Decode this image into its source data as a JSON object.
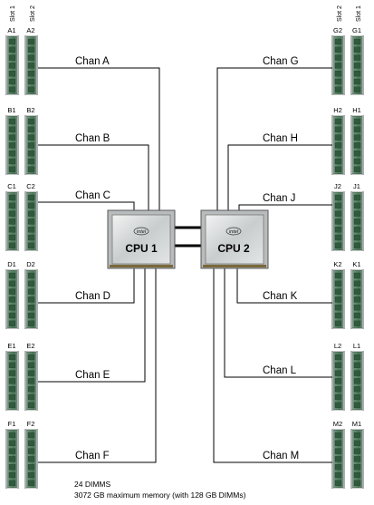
{
  "slot_headers": {
    "slot1": "Slot 1",
    "slot2": "Slot 2"
  },
  "left_groups": [
    {
      "dimms": [
        "A1",
        "A2"
      ],
      "channel": "Chan A"
    },
    {
      "dimms": [
        "B1",
        "B2"
      ],
      "channel": "Chan B"
    },
    {
      "dimms": [
        "C1",
        "C2"
      ],
      "channel": "Chan C"
    },
    {
      "dimms": [
        "D1",
        "D2"
      ],
      "channel": "Chan D"
    },
    {
      "dimms": [
        "E1",
        "E2"
      ],
      "channel": "Chan E"
    },
    {
      "dimms": [
        "F1",
        "F2"
      ],
      "channel": "Chan F"
    }
  ],
  "right_groups": [
    {
      "dimms": [
        "G2",
        "G1"
      ],
      "channel": "Chan G"
    },
    {
      "dimms": [
        "H2",
        "H1"
      ],
      "channel": "Chan H"
    },
    {
      "dimms": [
        "J2",
        "J1"
      ],
      "channel": "Chan J"
    },
    {
      "dimms": [
        "K2",
        "K1"
      ],
      "channel": "Chan K"
    },
    {
      "dimms": [
        "L2",
        "L1"
      ],
      "channel": "Chan L"
    },
    {
      "dimms": [
        "M2",
        "M1"
      ],
      "channel": "Chan M"
    }
  ],
  "cpus": [
    {
      "label": "CPU 1",
      "brand": "intel"
    },
    {
      "label": "CPU 2",
      "brand": "intel"
    }
  ],
  "footer": {
    "line1": "24 DIMMS",
    "line2": "3072 GB maximum memory (with 128 GB DIMMs)"
  },
  "colors": {
    "dimm_green": "#4e7f5e",
    "dimm_grey": "#9aa3a0",
    "cpu_silver": "#d9dcdd",
    "line": "#000000"
  }
}
